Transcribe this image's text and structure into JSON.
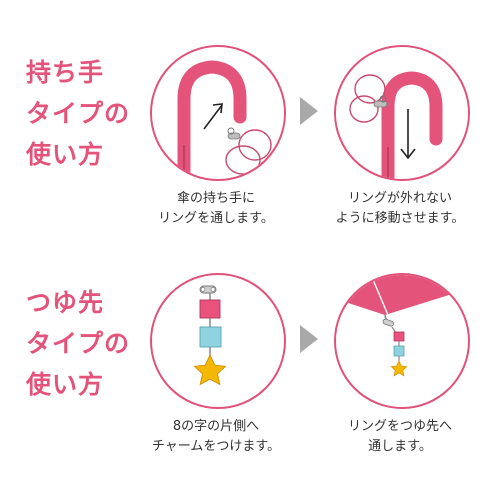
{
  "handle_section": {
    "title_lines": [
      "持ち手",
      "タイプの",
      "使い方"
    ],
    "steps": [
      {
        "caption_lines": [
          "傘の持ち手に",
          "リングを通します。"
        ]
      },
      {
        "caption_lines": [
          "リングが外れない",
          "ように移動させます。"
        ]
      }
    ]
  },
  "tip_section": {
    "title_lines": [
      "つゆ先",
      "タイプの",
      "使い方"
    ],
    "steps": [
      {
        "caption_lines": [
          "8の字の片側へ",
          "チャームをつけます。"
        ]
      },
      {
        "caption_lines": [
          "リングをつゆ先へ",
          "通します。"
        ]
      }
    ]
  },
  "colors": {
    "accent_pink": "#e4547a",
    "circle_border": "#e0527a",
    "arrow_gray": "#a9a9a9",
    "charm_pink": "#e8527c",
    "charm_blue": "#8fd3e0",
    "charm_star": "#f5b800"
  },
  "icons": [
    "next-step-arrow-icon",
    "umbrella-handle-icon",
    "ring-icon",
    "up-arrow-icon",
    "down-arrow-icon",
    "charm-icon",
    "star-icon",
    "umbrella-canopy-icon"
  ]
}
